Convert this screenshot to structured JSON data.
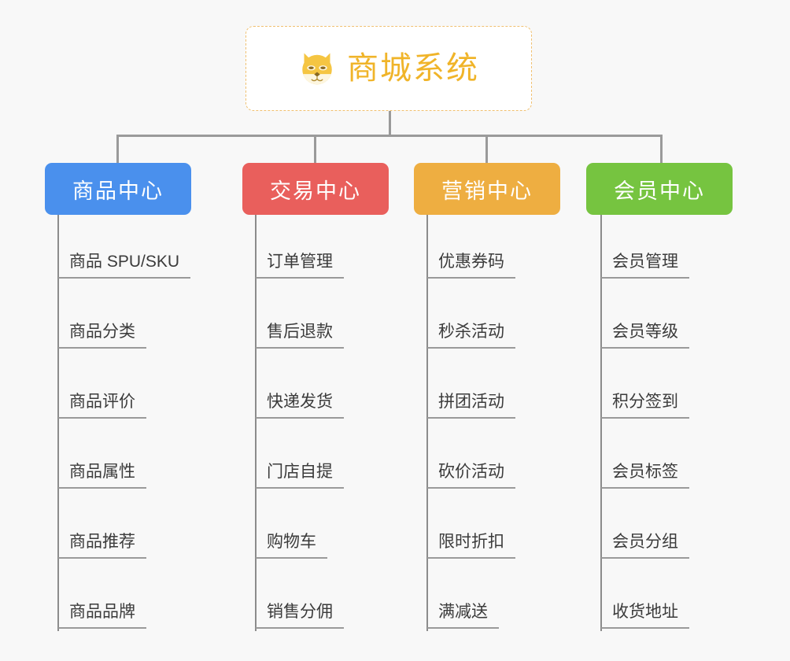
{
  "background_color": "#f8f8f8",
  "root": {
    "title": "商城系统",
    "icon": "dog-face-icon",
    "text_color": "#f0b429",
    "border_color": "#f0c070",
    "background": "#ffffff"
  },
  "connector_color": "#9a9a9a",
  "columns": [
    {
      "label": "商品中心",
      "color": "#4a90ed",
      "text_color": "#ffffff",
      "items": [
        "商品 SPU/SKU",
        "商品分类",
        "商品评价",
        "商品属性",
        "商品推荐",
        "商品品牌"
      ]
    },
    {
      "label": "交易中心",
      "color": "#e95f5c",
      "text_color": "#ffffff",
      "items": [
        "订单管理",
        "售后退款",
        "快递发货",
        "门店自提",
        "购物车",
        "销售分佣"
      ]
    },
    {
      "label": "营销中心",
      "color": "#eeae41",
      "text_color": "#ffffff",
      "items": [
        "优惠券码",
        "秒杀活动",
        "拼团活动",
        "砍价活动",
        "限时折扣",
        "满减送"
      ]
    },
    {
      "label": "会员中心",
      "color": "#76c440",
      "text_color": "#ffffff",
      "items": [
        "会员管理",
        "会员等级",
        "积分签到",
        "会员标签",
        "会员分组",
        "收货地址"
      ]
    }
  ]
}
